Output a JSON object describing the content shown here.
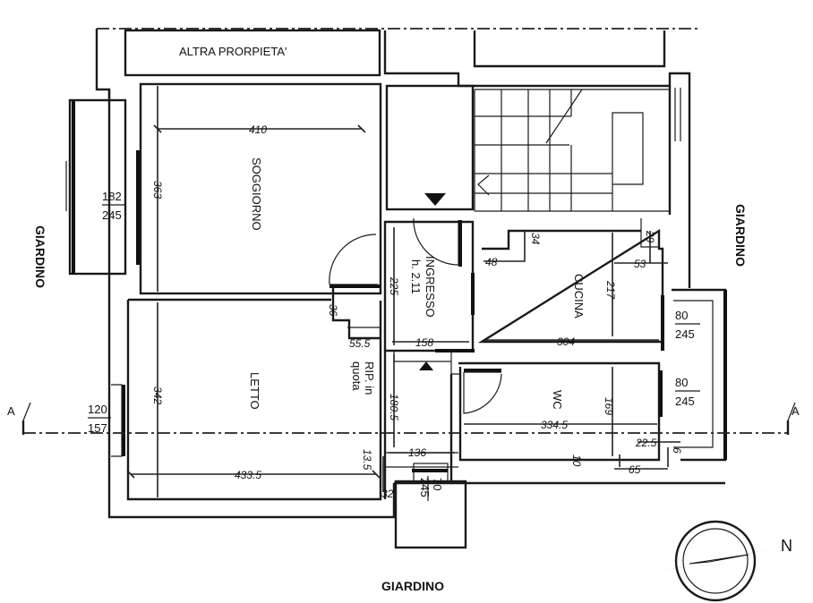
{
  "labels": {
    "neighbor": "ALTRA  PRORPIETA'",
    "garden_left": "GIARDINO",
    "garden_right": "GIARDINO",
    "garden_bottom": "GIARDINO",
    "soggiorno": "SOGGIORNO",
    "letto": "LETTO",
    "ingresso": "INGRESSO",
    "ingresso_h": "h. 2.11",
    "cucina": "CUCINA",
    "wc": "WC",
    "rip_1": "RIP. in",
    "rip_2": "quota",
    "section_left": "A",
    "section_right": "A",
    "north": "N"
  },
  "dimensions": {
    "soggiorno_w": "410",
    "soggiorno_h": "363",
    "letto_h": "342",
    "letto_w": "433.5",
    "ingresso_h": "225",
    "ingresso_w": "158",
    "rip_h": "180.5",
    "rip_w": "136",
    "rip_d": "13.5",
    "rip_s": "32",
    "step_36": "36",
    "step_555": "55.5",
    "cucina_h": "217",
    "cucina_w": "304",
    "cucina_a": "48",
    "cucina_b": "34",
    "cucina_c": "53",
    "cucina_d": "29",
    "wc_h": "169",
    "wc_w": "334.5",
    "wc_a": "22.5",
    "wc_b": "65",
    "wc_c": "10",
    "wc_d": "6"
  },
  "windows": {
    "w1_top": "182",
    "w1_bot": "245",
    "w2_top": "120",
    "w2_bot": "157",
    "w3_top": "80",
    "w3_bot": "245",
    "w4_top": "80",
    "w4_bot": "245",
    "w5_top": "70",
    "w5_bot": "245"
  }
}
